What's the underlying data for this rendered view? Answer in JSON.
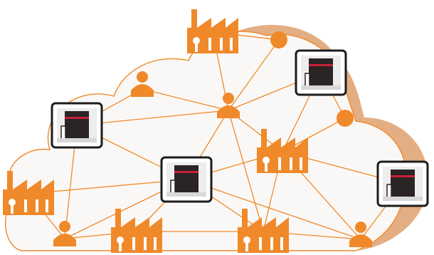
{
  "colors": {
    "accent": "#F0892A",
    "cloud_fill": "#FAF8F6",
    "cloud_shadow": "#E3AE83",
    "line": "#F0892A",
    "device_frame": "#1C1C1C",
    "device_screen": "#EDEDED",
    "device_unit": "#2A2424",
    "device_stripe": "#C8203A"
  },
  "nodes": [
    {
      "id": "factory-top",
      "type": "factory"
    },
    {
      "id": "factory-mid",
      "type": "factory"
    },
    {
      "id": "factory-left",
      "type": "factory"
    },
    {
      "id": "factory-bottom-left",
      "type": "factory"
    },
    {
      "id": "factory-bottom-right",
      "type": "factory"
    },
    {
      "id": "person-upper",
      "type": "person"
    },
    {
      "id": "person-center",
      "type": "person"
    },
    {
      "id": "person-bottom-left",
      "type": "person"
    },
    {
      "id": "person-bottom-right",
      "type": "person"
    },
    {
      "id": "printer-top-right",
      "type": "printer"
    },
    {
      "id": "printer-left",
      "type": "printer"
    },
    {
      "id": "printer-center",
      "type": "printer"
    },
    {
      "id": "printer-right",
      "type": "printer"
    },
    {
      "id": "dot-top",
      "type": "dot"
    },
    {
      "id": "dot-right",
      "type": "dot"
    }
  ],
  "edges": [
    [
      "factory-top",
      "dot-top"
    ],
    [
      "dot-top",
      "person-center"
    ],
    [
      "factory-top",
      "person-center"
    ],
    [
      "person-upper",
      "person-center"
    ],
    [
      "printer-top-right",
      "person-center"
    ],
    [
      "printer-top-right",
      "factory-mid"
    ],
    [
      "dot-right",
      "factory-mid"
    ],
    [
      "dot-right",
      "printer-top-right"
    ],
    [
      "printer-left",
      "person-center"
    ],
    [
      "printer-left",
      "printer-center"
    ],
    [
      "printer-left",
      "person-bottom-left"
    ],
    [
      "printer-left",
      "person-upper"
    ],
    [
      "person-center",
      "printer-center"
    ],
    [
      "person-center",
      "factory-mid"
    ],
    [
      "person-center",
      "factory-bottom-right"
    ],
    [
      "factory-mid",
      "printer-center"
    ],
    [
      "factory-mid",
      "printer-right"
    ],
    [
      "factory-mid",
      "factory-bottom-right"
    ],
    [
      "factory-mid",
      "person-bottom-right"
    ],
    [
      "printer-center",
      "factory-left"
    ],
    [
      "printer-center",
      "person-bottom-left"
    ],
    [
      "printer-center",
      "factory-bottom-left"
    ],
    [
      "printer-center",
      "factory-bottom-right"
    ],
    [
      "printer-center",
      "person-bottom-right"
    ],
    [
      "person-bottom-left",
      "factory-bottom-left"
    ],
    [
      "factory-bottom-left",
      "factory-bottom-right"
    ],
    [
      "factory-bottom-right",
      "person-bottom-right"
    ],
    [
      "person-bottom-right",
      "printer-right"
    ],
    [
      "factory-left",
      "person-bottom-left"
    ]
  ]
}
